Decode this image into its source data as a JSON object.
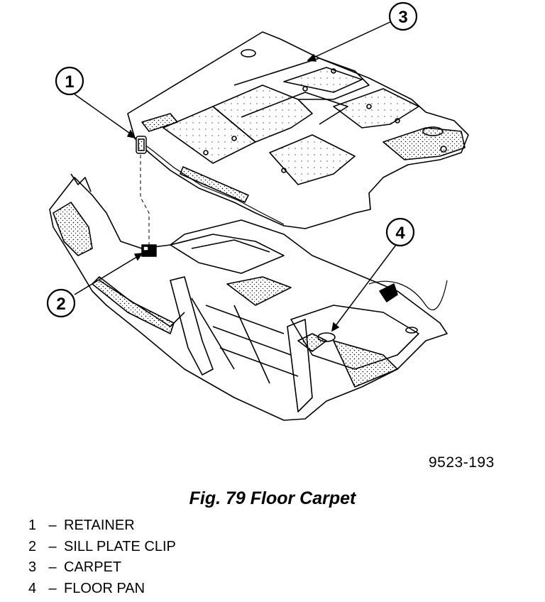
{
  "figure": {
    "code": "9523-193",
    "caption": "Fig. 79 Floor Carpet"
  },
  "callouts": [
    "1",
    "2",
    "3",
    "4"
  ],
  "legend": [
    {
      "num": "1",
      "dash": "–",
      "label": "RETAINER"
    },
    {
      "num": "2",
      "dash": "–",
      "label": "SILL PLATE CLIP"
    },
    {
      "num": "3",
      "dash": "–",
      "label": "CARPET"
    },
    {
      "num": "4",
      "dash": "–",
      "label": "FLOOR PAN"
    }
  ]
}
